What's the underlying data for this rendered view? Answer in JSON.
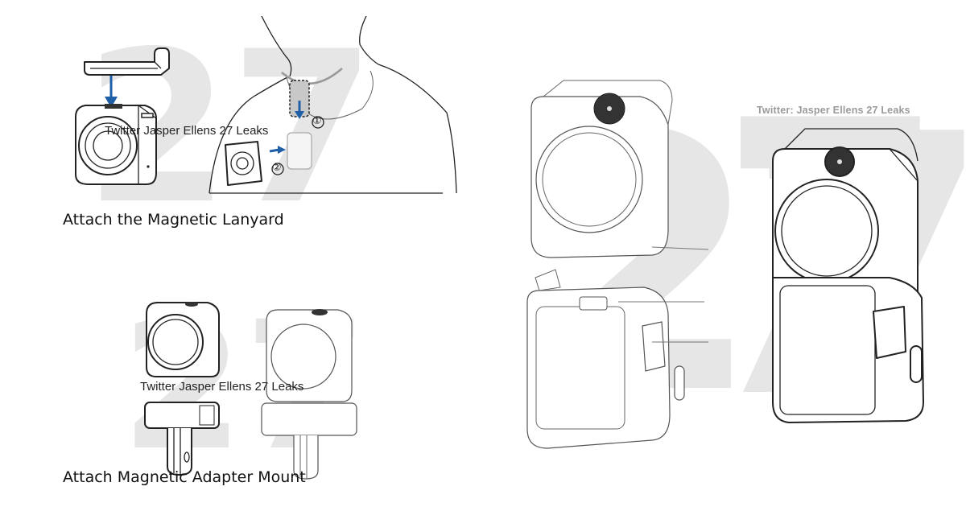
{
  "watermark_big": "27",
  "panels": {
    "lanyard": {
      "caption": "Attach the Magnetic Lanyard",
      "watermark": "Twitter Jasper Ellens 27 Leaks",
      "steps": [
        "①",
        "②"
      ]
    },
    "adapter": {
      "caption": "Attach Magnetic Adapter Mount",
      "watermark": "Twitter Jasper Ellens 27 Leaks"
    },
    "render": {
      "watermark": "Twitter: Jasper Ellens 27 Leaks"
    }
  },
  "colors": {
    "arrow": "#1f5fa8",
    "watermark_digits": "#e6e6e6",
    "line": "#222222"
  }
}
